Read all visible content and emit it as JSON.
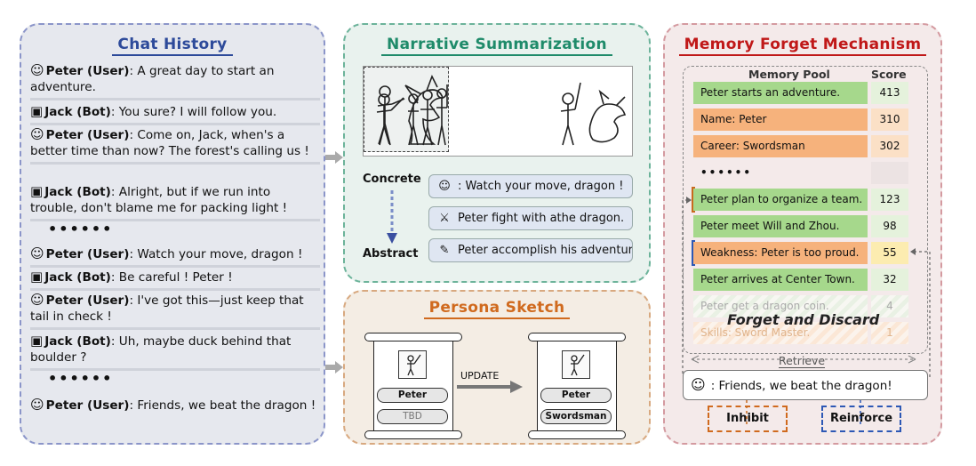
{
  "chat": {
    "title": "Chat History",
    "messages": [
      {
        "speaker": "Peter (User)",
        "text": ": A great day to start an adventure."
      },
      {
        "speaker": "Jack (Bot)",
        "text": ": You sure? I will follow you."
      },
      {
        "speaker": "Peter (User)",
        "text": ": Come on, Jack, when's a better time than now? The forest's calling us !"
      },
      {
        "speaker": "Jack (Bot)",
        "text": ": Alright, but if we run into trouble, don't blame me for packing light !"
      },
      {
        "speaker": "Peter (User)",
        "text": ": Watch your move, dragon !"
      },
      {
        "speaker": "Jack (Bot)",
        "text": ": Be careful ! Peter !"
      },
      {
        "speaker": "Peter (User)",
        "text": ": I've got this—just keep that tail in check !"
      },
      {
        "speaker": "Jack (Bot)",
        "text": ": Uh, maybe duck behind that boulder ?"
      },
      {
        "speaker": "Peter (User)",
        "text": ":  Friends, we beat the dragon !"
      }
    ],
    "ellipsis": "••••••"
  },
  "narrative": {
    "title": "Narrative Summarization",
    "concrete_label": "Concrete",
    "abstract_label": "Abstract",
    "items": [
      ": Watch your move, dragon !",
      "Peter fight with athe dragon.",
      "Peter accomplish his adventure."
    ]
  },
  "persona": {
    "title": "Persona Sketch",
    "update_label": "UPDATE",
    "before": {
      "name": "Peter",
      "career": "TBD"
    },
    "after": {
      "name": "Peter",
      "career": "Swordsman"
    }
  },
  "memory": {
    "title": "Memory Forget Mechanism",
    "pool_header": "Memory Pool",
    "score_header": "Score",
    "ellipsis": "••••••",
    "rows": [
      {
        "text": "Peter starts an adventure.",
        "score": "413"
      },
      {
        "text": "Name: Peter",
        "score": "310"
      },
      {
        "text": "Career: Swordsman",
        "score": "302"
      },
      {
        "text": "Peter plan to organize a team.",
        "score": "123"
      },
      {
        "text": "Peter meet Will and Zhou.",
        "score": "98"
      },
      {
        "text": "Weakness: Peter is too proud.",
        "score": "55"
      },
      {
        "text": "Peter arrives at Center Town.",
        "score": "32"
      },
      {
        "text": "Peter get a dragon coin.",
        "score": "4"
      },
      {
        "text": "Skills: Sword Master.",
        "score": "1"
      }
    ],
    "forget_label": "Forget and Discard",
    "retrieve_label": "Retrieve",
    "query": ":  Friends, we beat the dragon!",
    "inhibit_label": "Inhibit",
    "reinforce_label": "Reinforce"
  }
}
